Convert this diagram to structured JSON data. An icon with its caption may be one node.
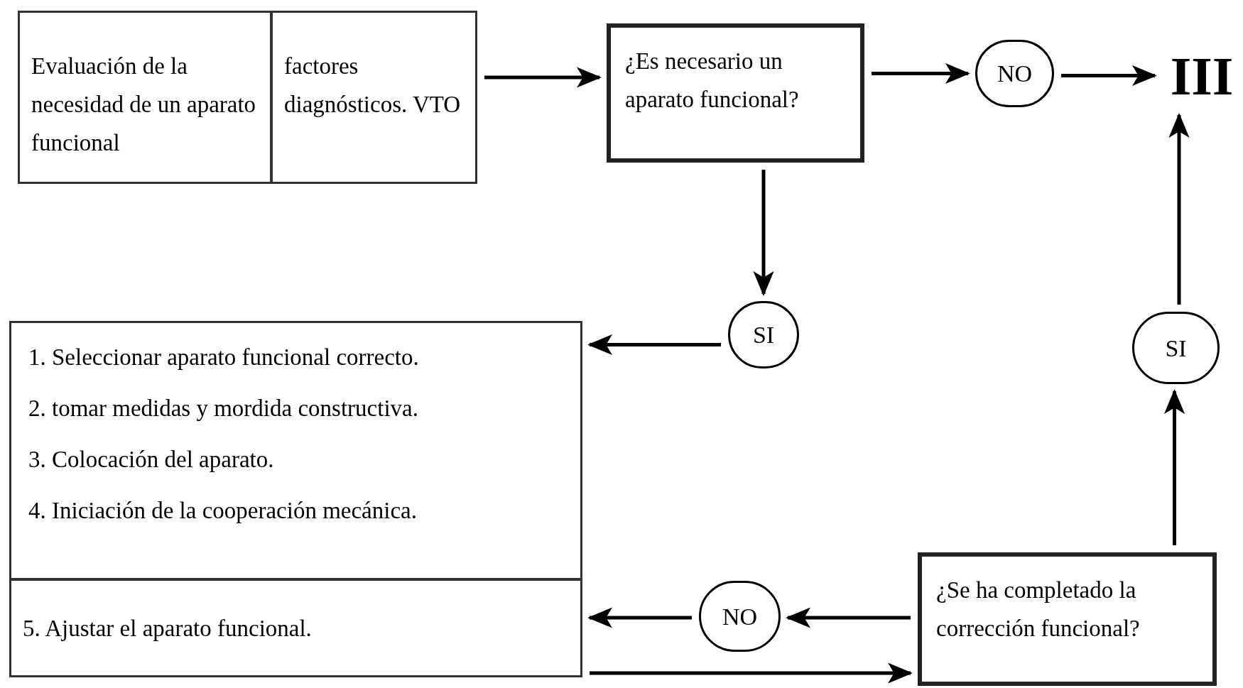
{
  "diagram": {
    "nodes": [
      {
        "text": [
          "Evaluación de la necesidad de un aparato funcional"
        ]
      },
      {
        "text": [
          "factores diagnósticos. VTO"
        ]
      },
      {
        "text": [
          "¿Es necesario un aparato funcional?"
        ]
      },
      {
        "text": [
          "NO"
        ]
      },
      {
        "text": [
          "III"
        ]
      },
      {
        "text": [
          "SI"
        ]
      },
      {
        "text": [
          "1. Seleccionar aparato funcional correcto.",
          "2. tomar medidas y mordida constructiva.",
          "3. Colocación del aparato.",
          "4. Iniciación de la cooperación mecánica."
        ]
      },
      {
        "text": [
          "5. Ajustar el aparato funcional."
        ]
      },
      {
        "text": [
          "¿Se ha completado la corrección funcional?"
        ]
      },
      {
        "text": [
          "NO"
        ]
      },
      {
        "text": [
          "SI"
        ]
      }
    ],
    "edges": [
      {
        "from": 1,
        "to": 2,
        "arrow": "to"
      },
      {
        "from": 2,
        "to": 3,
        "arrow": "to"
      },
      {
        "from": 3,
        "to": 4,
        "arrow": "to"
      },
      {
        "from": 2,
        "to": 5,
        "arrow": "to"
      },
      {
        "from": 5,
        "to": 6,
        "arrow": "to"
      },
      {
        "from": 8,
        "to": 9,
        "arrow": "to"
      },
      {
        "from": 9,
        "to": 7,
        "arrow": "to"
      },
      {
        "from": 7,
        "to": 8,
        "arrow": "to"
      },
      {
        "from": 8,
        "to": 10,
        "arrow": "to"
      },
      {
        "from": 10,
        "to": 4,
        "arrow": "to"
      }
    ]
  }
}
